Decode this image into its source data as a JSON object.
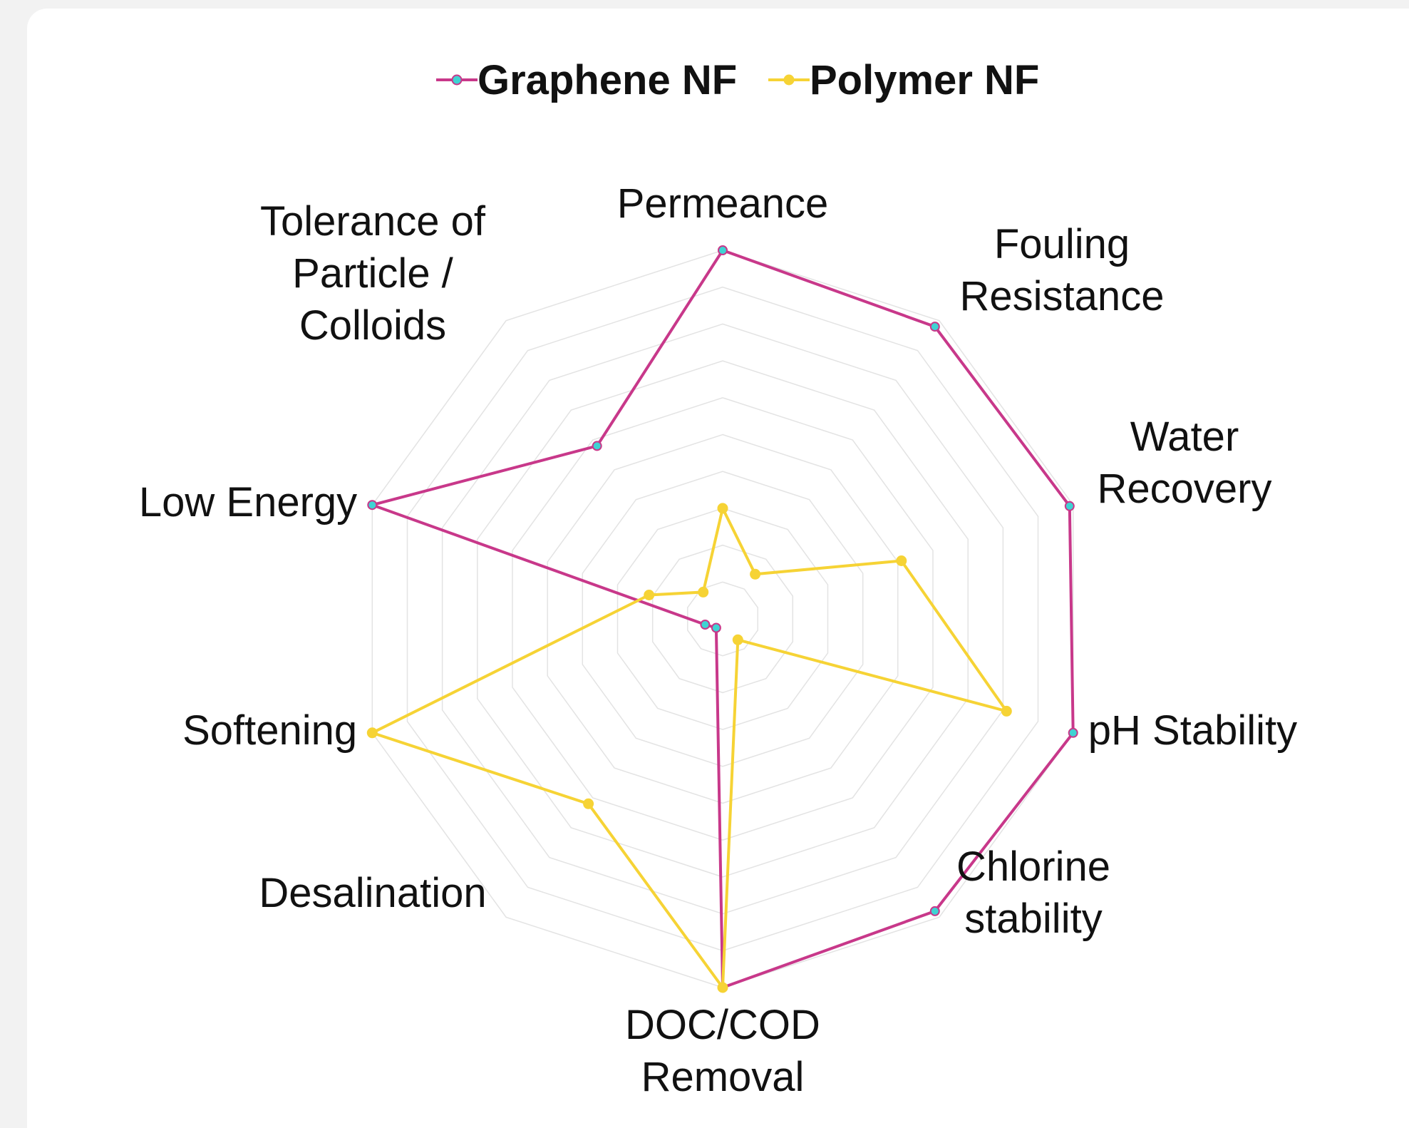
{
  "chart_data": {
    "type": "radar",
    "legend": {
      "placement": "top-center"
    },
    "axes": [
      [
        "Permeance"
      ],
      [
        "Fouling",
        "Resistance"
      ],
      [
        "Water",
        "Recovery"
      ],
      [
        "pH Stability"
      ],
      [
        "Chlorine",
        "stability"
      ],
      [
        "DOC/COD",
        "Removal"
      ],
      [
        "Desalination"
      ],
      [
        "Softening"
      ],
      [
        "Low Energy"
      ],
      [
        "Tolerance of",
        "Particle /",
        "Colloids"
      ]
    ],
    "range": [
      0,
      10
    ],
    "rings": 10,
    "grid": true,
    "series": [
      {
        "name": "Graphene NF",
        "color": "#c8388a",
        "marker_color": "#3fd3d3",
        "values": [
          10,
          9.8,
          9.9,
          10,
          9.8,
          10,
          0.3,
          0.5,
          10,
          5.8
        ]
      },
      {
        "name": "Polymer NF",
        "color": "#f6d335",
        "marker_color": "#f6d335",
        "values": [
          3.0,
          1.5,
          5.1,
          8.1,
          0.7,
          10,
          6.2,
          10,
          2.1,
          0.9
        ]
      }
    ]
  }
}
